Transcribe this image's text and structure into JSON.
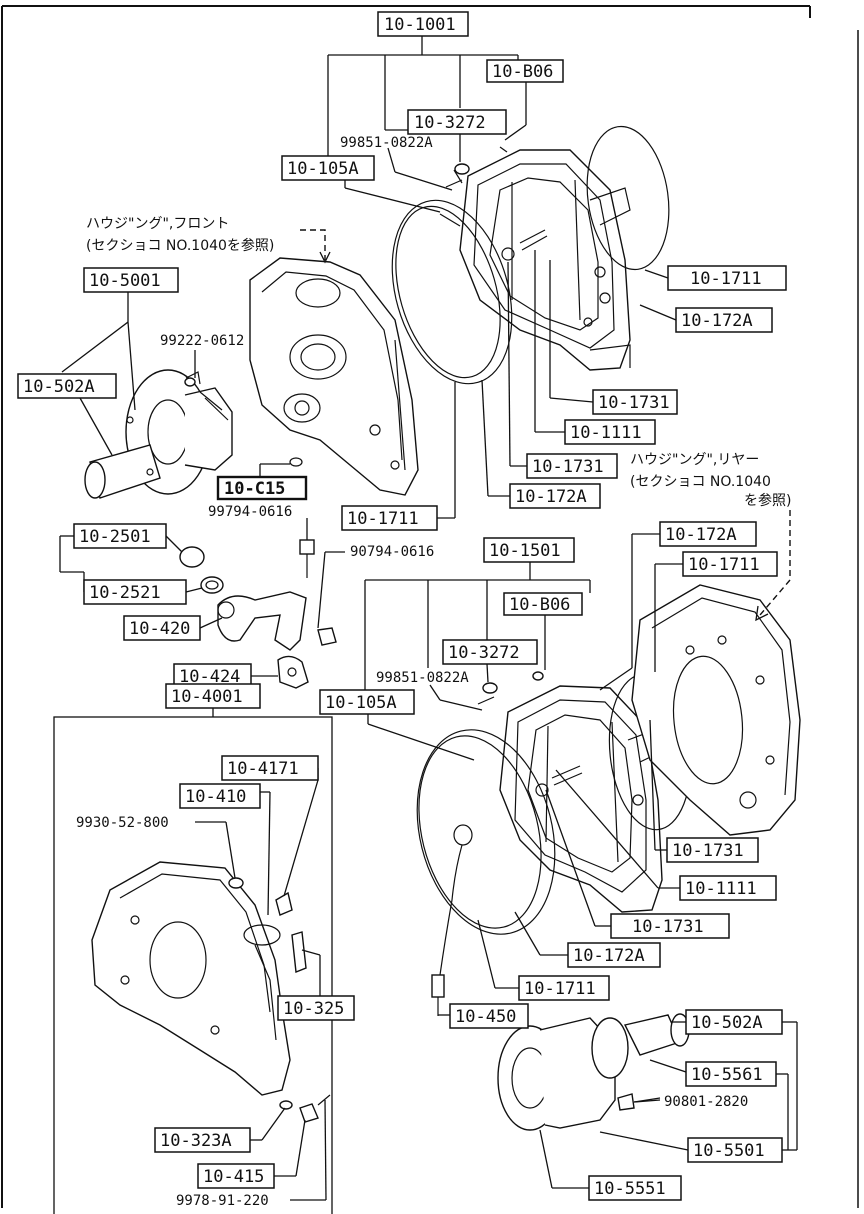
{
  "labels": {
    "l10_1001": "10-1001",
    "l10_B06_a": "10-B06",
    "l10_3272_a": "10-3272",
    "l99851_a": "99851-0822A",
    "l10_105A_a": "10-105A",
    "note_front_1": "ハウジ\"ング\",フロント",
    "note_front_2": "(セクショコ NO.1040を参照)",
    "l10_5001": "10-5001",
    "l99222": "99222-0612",
    "l10_502A_a": "10-502A",
    "l10_1711_a": "10-1711",
    "l10_172A_a": "10-172A",
    "l10_1731_a": "10-1731",
    "l10_1111_a": "10-1111",
    "l10_1731_b": "10-1731",
    "note_rear_1": "ハウジ\"ング\",リヤー",
    "note_rear_2": "(セクショコ NO.1040",
    "note_rear_3": "を参照)",
    "l10_172A_b": "10-172A",
    "l10_C15": "10-C15",
    "l10_1711_b": "10-1711",
    "l99794": "99794-0616",
    "l90794": "90794-0616",
    "l10_2501": "10-2501",
    "l10_2521": "10-2521",
    "l10_420": "10-420",
    "l10_424": "10-424",
    "l10_1501": "10-1501",
    "l10_172A_c": "10-172A",
    "l10_1711_c": "10-1711",
    "l10_B06_b": "10-B06",
    "l10_3272_b": "10-3272",
    "l99851_b": "99851-0822A",
    "l10_105A_b": "10-105A",
    "l10_4001": "10-4001",
    "l10_4171": "10-4171",
    "l10_410": "10-410",
    "l9930": "9930-52-800",
    "l10_325": "10-325",
    "l10_1731_c": "10-1731",
    "l10_1111_b": "10-1111",
    "l10_1731_d": "10-1731",
    "l10_172A_d": "10-172A",
    "l10_1711_d": "10-1711",
    "l10_450": "10-450",
    "l10_502A_b": "10-502A",
    "l10_5561": "10-5561",
    "l90801": "90801-2820",
    "l10_5501": "10-5501",
    "l10_323A": "10-323A",
    "l10_415": "10-415",
    "l9978": "9978-91-220",
    "l10_5551": "10-5551"
  }
}
